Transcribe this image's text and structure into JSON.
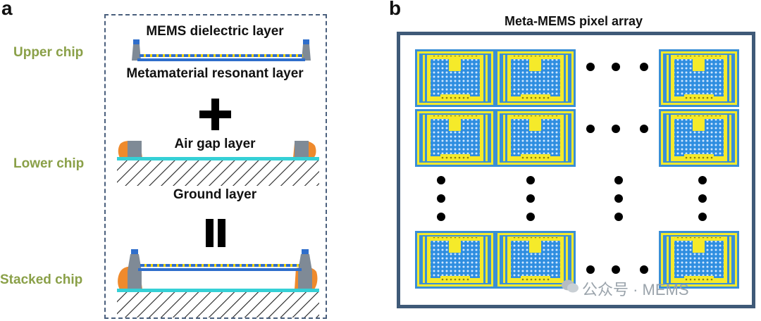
{
  "panel_a": {
    "letter": "a",
    "side_labels": {
      "upper_chip": "Upper chip",
      "lower_chip": "Lower chip",
      "stacked_chip": "Stacked chip"
    },
    "layer_labels": {
      "mems_dielectric": "MEMS dielectric layer",
      "metamaterial": "Metamaterial resonant layer",
      "air_gap": "Air gap layer",
      "ground": "Ground layer"
    },
    "operators": {
      "plus": "+",
      "equals": "="
    },
    "colors": {
      "side_label": "#8aa048",
      "dashed_frame": "#4a5f7d",
      "pillar": "#7f8a96",
      "pillar_cap": "#2f6ecb",
      "resonator_dash": "#2f6ecb",
      "resonator_gap": "#f2d400",
      "ground_line": "#35d0d6",
      "spacer": "#ef8a2c"
    }
  },
  "panel_b": {
    "letter": "b",
    "title": "Meta-MEMS pixel array",
    "colors": {
      "frame": "#3f5a78",
      "pixel_outer": "#3a8fd6",
      "pixel_yellow": "#f5ea2a",
      "pixel_blue": "#2f8ee0",
      "dot": "#000000"
    }
  },
  "watermark": {
    "icon": "wechat-icon",
    "text": "公众号 · MEMS"
  }
}
